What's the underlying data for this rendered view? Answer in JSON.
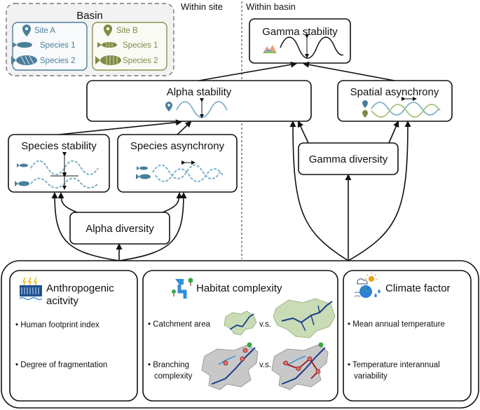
{
  "header": {
    "within_site": "Within site",
    "within_basin": "Within basin"
  },
  "legend": {
    "title": "Basin",
    "site_a": {
      "label": "Site A",
      "species": [
        "Species 1",
        "Species 2"
      ]
    },
    "site_b": {
      "label": "Site B",
      "species": [
        "Species 1",
        "Species 2"
      ]
    }
  },
  "nodes": {
    "gamma_stability": "Gamma stability",
    "alpha_stability": "Alpha stability",
    "spatial_asynchrony": "Spatial asynchrony",
    "species_stability": "Species stability",
    "species_asynchrony": "Species asynchrony",
    "gamma_diversity": "Gamma diversity",
    "alpha_diversity": "Alpha diversity"
  },
  "drivers": {
    "anthropogenic": {
      "title_line1": "Anthropogenic",
      "title_line2": "acitvity",
      "items": [
        "• Human footprint index",
        "• Degree of fragmentation"
      ]
    },
    "habitat": {
      "title": "Habitat complexity",
      "catchment": "• Catchment area",
      "branching_line1": "• Branching",
      "branching_line2": "complexity",
      "vs": "v.s."
    },
    "climate": {
      "title": "Climate factor",
      "items": [
        "• Mean annual temperature"
      ],
      "temp_var_line1": "• Temperature interannual",
      "temp_var_line2": "variability"
    }
  },
  "colors": {
    "site_a": "#4a7f9a",
    "site_b": "#7f8a45",
    "wave_blue": "#7fb2c9",
    "wave_green": "#a9c27a",
    "basin_fill": "#c9dcb5",
    "river": "#1a3c8c",
    "grey_basin": "#c8c8c8"
  }
}
